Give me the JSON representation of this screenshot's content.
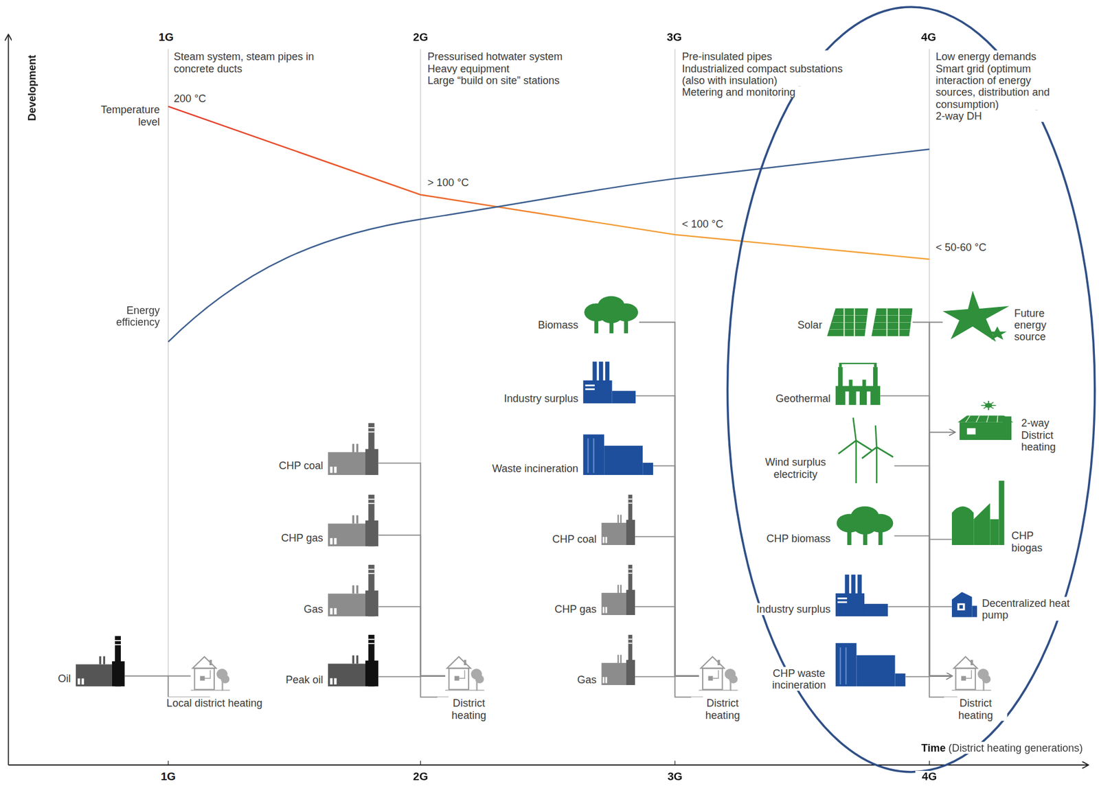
{
  "diagram": {
    "nodes": [
      {
        "text": [
          "Oil"
        ]
      },
      {
        "text": [
          "Local district heating"
        ]
      },
      {
        "text": [
          "CHP coal"
        ]
      },
      {
        "text": [
          "CHP gas"
        ]
      },
      {
        "text": [
          "Gas"
        ]
      },
      {
        "text": [
          "Peak oil"
        ]
      },
      {
        "text": [
          "District heating"
        ]
      },
      {
        "text": [
          "Biomass"
        ]
      },
      {
        "text": [
          "Industry surplus"
        ]
      },
      {
        "text": [
          "Waste incineration"
        ]
      },
      {
        "text": [
          "CHP coal"
        ]
      },
      {
        "text": [
          "CHP gas"
        ]
      },
      {
        "text": [
          "Gas"
        ]
      },
      {
        "text": [
          "District heating"
        ]
      },
      {
        "text": [
          "Solar"
        ]
      },
      {
        "text": [
          "Geothermal"
        ]
      },
      {
        "text": [
          "Wind surplus electricity"
        ]
      },
      {
        "text": [
          "CHP biomass"
        ]
      },
      {
        "text": [
          "Industry surplus"
        ]
      },
      {
        "text": [
          "CHP waste incineration"
        ]
      },
      {
        "text": [
          "Future energy source"
        ]
      },
      {
        "text": [
          "2-way District heating"
        ]
      },
      {
        "text": [
          "CHP biogas"
        ]
      },
      {
        "text": [
          "Decentralized heat pump"
        ]
      },
      {
        "text": [
          "District heating"
        ]
      }
    ],
    "edges": [
      {
        "from": 0,
        "to": 1,
        "arrow": "none"
      },
      {
        "from": 2,
        "to": 6,
        "arrow": "none"
      },
      {
        "from": 3,
        "to": 6,
        "arrow": "none"
      },
      {
        "from": 4,
        "to": 6,
        "arrow": "none"
      },
      {
        "from": 5,
        "to": 6,
        "arrow": "none"
      },
      {
        "from": 7,
        "to": 13,
        "arrow": "none"
      },
      {
        "from": 8,
        "to": 13,
        "arrow": "none"
      },
      {
        "from": 9,
        "to": 13,
        "arrow": "none"
      },
      {
        "from": 10,
        "to": 13,
        "arrow": "none"
      },
      {
        "from": 11,
        "to": 13,
        "arrow": "none"
      },
      {
        "from": 12,
        "to": 13,
        "arrow": "none"
      },
      {
        "from": 14,
        "to": 24,
        "arrow": "none"
      },
      {
        "from": 15,
        "to": 24,
        "arrow": "none"
      },
      {
        "from": 16,
        "to": 24,
        "arrow": "none"
      },
      {
        "from": 17,
        "to": 24,
        "arrow": "none"
      },
      {
        "from": 18,
        "to": 24,
        "arrow": "none"
      },
      {
        "from": 19,
        "to": 24,
        "arrow": "none"
      },
      {
        "from": 20,
        "to": 24,
        "arrow": "none"
      },
      {
        "from": 21,
        "to": 24,
        "arrow": "both"
      },
      {
        "from": 22,
        "to": 24,
        "arrow": "none"
      },
      {
        "from": 23,
        "to": 24,
        "arrow": "none"
      }
    ],
    "labels": [
      "Development",
      "1G",
      "2G",
      "3G",
      "4G",
      "Steam system, steam pipes in concrete ducts",
      "Pressurised hotwater system",
      "Heavy equipment",
      "Large “build on site” stations",
      "Pre-insulated pipes",
      "Industrialized compact substations (also with insulation)",
      "Metering and monitoring",
      "Low energy demands",
      "Smart grid (optimum interaction of energy sources, distribution and consumption)",
      "2-way DH",
      "Temperature level",
      "200 °C",
      "> 100 °C",
      "< 100 °C",
      "< 50-60 °C",
      "Energy efficiency",
      "Time",
      "(District heating generations)",
      "1G",
      "2G",
      "3G",
      "4G"
    ]
  }
}
